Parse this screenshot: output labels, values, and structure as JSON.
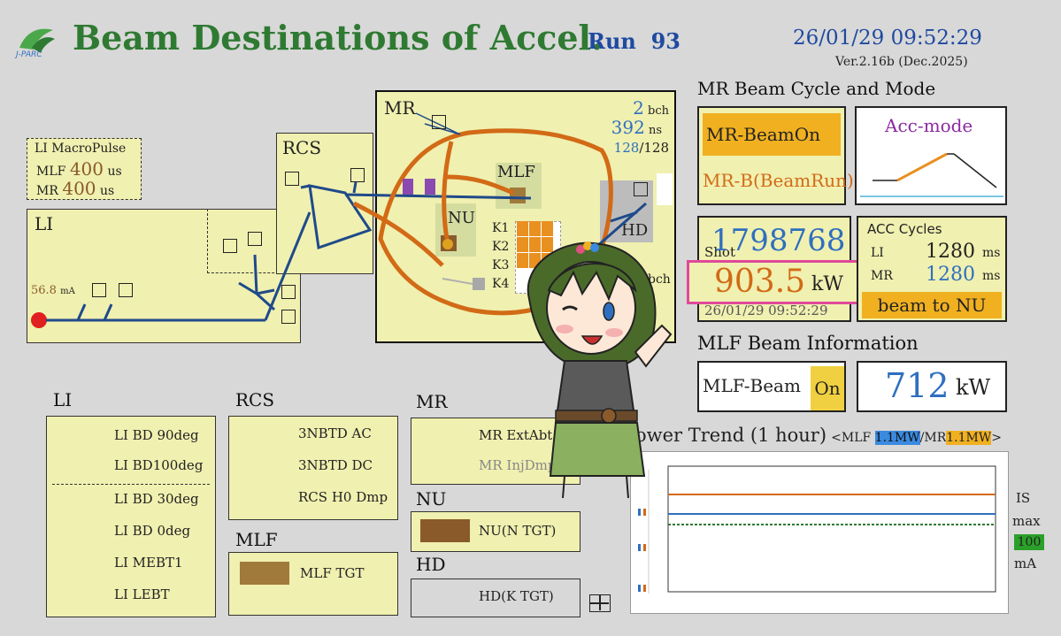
{
  "header": {
    "logo_text": "J-PARC",
    "title": "Beam Destinations of Accel.",
    "run_label": "Run",
    "run_number": "93",
    "datetime": "26/01/29 09:52:29",
    "version": "Ver.2.16b (Dec.2025)"
  },
  "li_macropulse": {
    "title": "LI MacroPulse",
    "mlf_label": "MLF",
    "mlf_value": "400",
    "mlf_unit": "us",
    "mr_label": "MR",
    "mr_value": "400",
    "mr_unit": "us"
  },
  "diagram": {
    "li_label": "LI",
    "li_current": "56.8",
    "li_current_unit": "mA",
    "rcs_label": "RCS",
    "mr_label": "MR",
    "mr_bunches": "2",
    "mr_bunch_unit": "bch",
    "mr_ns": "392",
    "mr_ns_unit": "ns",
    "mr_fraction_num": "128",
    "mr_fraction_den": "/128",
    "mlf_label": "MLF",
    "nu_label": "NU",
    "hd_label": "HD",
    "k_labels": [
      "K1",
      "K2",
      "K3",
      "K4"
    ],
    "bch_label": "bch"
  },
  "mr_cycle": {
    "heading": "MR Beam Cycle and Mode",
    "status1": "MR-BeamOn",
    "status2": "MR-B(BeamRun)",
    "accmode": "Acc-mode"
  },
  "shot": {
    "label": "Shot",
    "count": "1798768",
    "power": "903.5",
    "power_unit": "kW",
    "time": "26/01/29 09:52:29"
  },
  "acc_cycles": {
    "title": "ACC Cycles",
    "li_label": "LI",
    "li_value": "1280",
    "li_unit": "ms",
    "mr_label": "MR",
    "mr_value": "1280",
    "mr_unit": "ms",
    "destination": "beam to NU"
  },
  "mlf_info": {
    "heading": "MLF Beam Information",
    "status_prefix": "MLF-Beam",
    "status_suffix": "On",
    "power": "712",
    "power_unit": "kW"
  },
  "dumps": {
    "li_header": "LI",
    "li_items": [
      "LI BD 90deg",
      "LI BD100deg",
      "LI BD 30deg",
      "LI BD 0deg",
      "LI MEBT1",
      "LI LEBT"
    ],
    "rcs_header": "RCS",
    "rcs_items": [
      "3NBTD AC",
      "3NBTD DC",
      "RCS H0 Dmp"
    ],
    "mr_header": "MR",
    "mr_items": [
      "MR ExtAbt",
      "MR InjDmp"
    ],
    "mlf_header": "MLF",
    "mlf_item": "MLF TGT",
    "nu_header": "NU",
    "nu_item": "NU(N TGT)",
    "hd_header": "HD",
    "hd_item": "HD(K TGT)"
  },
  "trend": {
    "title": "ower Trend (1 hour)",
    "legend_prefix": "<MLF ",
    "legend_mlf": "1.1MW",
    "legend_mid": "/MR",
    "legend_mr": "1.1MW",
    "legend_suffix": ">",
    "is_label": "IS",
    "max_label": "max",
    "max_value": "100",
    "max_unit": "mA"
  },
  "colors": {
    "title_green": "#2f7a32",
    "panel_yellow": "#f0f0b0",
    "beam_orange": "#d26a16",
    "beam_blue": "#2f6fc0",
    "highlight_pink": "#e0489a",
    "status_gold": "#f0b020",
    "nu_brown": "#8a5a2b"
  }
}
